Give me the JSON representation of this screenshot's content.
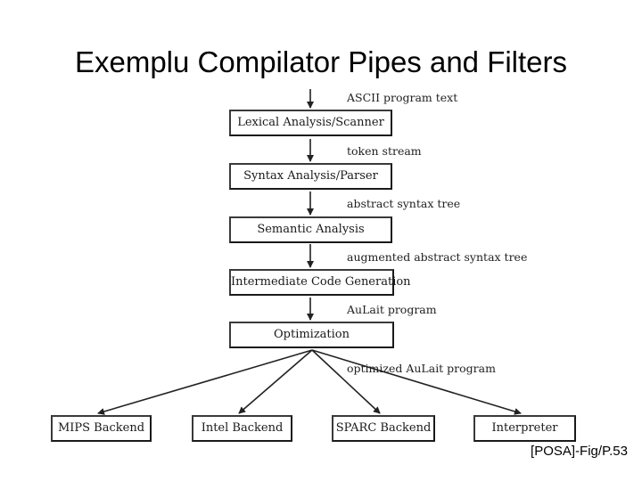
{
  "title": "Exemplu Compilator Pipes and Filters",
  "stages": [
    "Lexical Analysis/Scanner",
    "Syntax Analysis/Parser",
    "Semantic Analysis",
    "Intermediate Code Generation",
    "Optimization"
  ],
  "flow_labels": [
    "ASCII program text",
    "token stream",
    "abstract syntax tree",
    "augmented abstract syntax tree",
    "AuLait program",
    "optimized AuLait program"
  ],
  "backends": [
    "MIPS Backend",
    "Intel Backend",
    "SPARC Backend",
    "Interpreter"
  ],
  "credit": "[POSA]-Fig/P.53"
}
